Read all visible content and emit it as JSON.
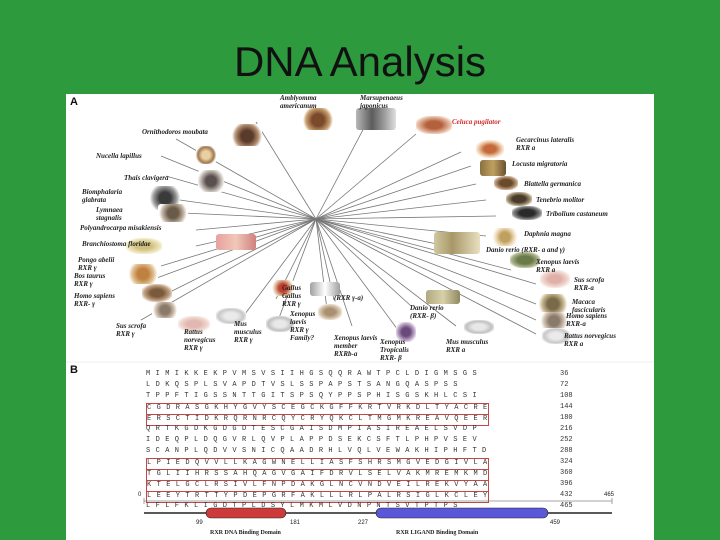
{
  "slide": {
    "title": "DNA Analysis"
  },
  "panel_a": {
    "letter": "A",
    "species": [
      {
        "id": "amblyomma",
        "label": "Amblyomma\namericanum",
        "color": "#222"
      },
      {
        "id": "marsupenaeus",
        "label": "Marsupenaeus\njaponicus",
        "color": "#222"
      },
      {
        "id": "celuca",
        "label": "Celuca pugilator",
        "color": "#d22a2a"
      },
      {
        "id": "ornithodoros",
        "label": "Ornithodoros moubata",
        "color": "#222"
      },
      {
        "id": "gecarcinus",
        "label": "Gecarcinus lateralis\nRXR a",
        "color": "#222"
      },
      {
        "id": "locusta",
        "label": "Locusta migratoria",
        "color": "#222"
      },
      {
        "id": "nucella",
        "label": "Nucella lapillus",
        "color": "#222"
      },
      {
        "id": "blattella",
        "label": "Blattella germanica",
        "color": "#222"
      },
      {
        "id": "thais",
        "label": "Thais clavigera",
        "color": "#222"
      },
      {
        "id": "tenebrio",
        "label": "Tenebrio molitor",
        "color": "#222"
      },
      {
        "id": "biomphalaria",
        "label": "Biomphalaria\nglabrata",
        "color": "#222"
      },
      {
        "id": "tribolium",
        "label": "Tribolium castaneum",
        "color": "#222"
      },
      {
        "id": "lymnaea",
        "label": "Lymnaea\nstagnalis",
        "color": "#222"
      },
      {
        "id": "polyandrocarpa",
        "label": "Polyandrocarpa misakiensis",
        "color": "#222"
      },
      {
        "id": "daphnia",
        "label": "Daphnia magna",
        "color": "#222"
      },
      {
        "id": "branchiostoma",
        "label": "Branchiostoma floridae",
        "color": "#222"
      },
      {
        "id": "danio_a",
        "label": "Danio rerio (RXR- a and γ)",
        "color": "#222"
      },
      {
        "id": "pongo",
        "label": "Pongo abelii\nRXR γ",
        "color": "#222"
      },
      {
        "id": "xenopus_a",
        "label": "Xenopus laevis\nRXR a",
        "color": "#222"
      },
      {
        "id": "bos",
        "label": "Bos taurus\nRXR γ",
        "color": "#222"
      },
      {
        "id": "sus_a",
        "label": "Sus scrofa\nRXR-a",
        "color": "#222"
      },
      {
        "id": "gallus",
        "label": "Gallus\nGallus\nRXR γ",
        "color": "#222"
      },
      {
        "id": "rxr_ga",
        "label": "(RXR γ-a)",
        "color": "#222"
      },
      {
        "id": "homo_g",
        "label": "Homo sapiens\nRXR- γ",
        "color": "#222"
      },
      {
        "id": "macaca",
        "label": "Macaca\nfascicularis",
        "color": "#222"
      },
      {
        "id": "danio_b",
        "label": "Danio rerio\n(RXR- β)",
        "color": "#222"
      },
      {
        "id": "homo_a",
        "label": "Homo sapiens\nRXR-a",
        "color": "#222"
      },
      {
        "id": "sus_g",
        "label": "Sus scrofa\nRXR γ",
        "color": "#222"
      },
      {
        "id": "rattus_g",
        "label": "Rattus\nnorvegicus\nRXR γ",
        "color": "#222"
      },
      {
        "id": "mus_g",
        "label": "Mus\nmusculus\nRXR γ",
        "color": "#222"
      },
      {
        "id": "xenopus_g",
        "label": "Xenopus\nlaevis\nRXR γ\nFamily?",
        "color": "#222"
      },
      {
        "id": "xenopus_b",
        "label": "Xenopus laevis\nmember\nRXRb-a",
        "color": "#222"
      },
      {
        "id": "xenopus_t",
        "label": "Xenopus\nTropicalis\nRXR- β",
        "color": "#222"
      },
      {
        "id": "mus_a",
        "label": "Mus musculus\nRXR a",
        "color": "#222"
      },
      {
        "id": "rattus_a",
        "label": "Rattus norvegicus\nRXR a",
        "color": "#222"
      }
    ]
  },
  "panel_b": {
    "letter": "B",
    "rows": [
      {
        "seq": "M I M I K K E K P V M S V S I I H G S Q Q R A W T P C L D I G M S G S",
        "num": "36"
      },
      {
        "seq": "L D K Q S P L S V A P D T V S L S S P A P S T S A N G Q A S P S S",
        "num": "72"
      },
      {
        "seq": "T P P F T I G S S N T T G I T S P S Q Y P P S P H I S G S K H L C S I",
        "num": "108"
      },
      {
        "seq": "C G D R A S G K H Y G V Y S C E G C K G F F K R T V R K D L T Y A C R E",
        "num": "144"
      },
      {
        "seq": "E R S C T I D K R Q R N R C Q Y C R Y Q K C L T M G M K R E A V Q E E R",
        "num": "180"
      },
      {
        "seq": "Q R T K G D K G D G D T E S C G A I S D M P I A S I R E A E L S V D P",
        "num": "216"
      },
      {
        "seq": "I D E Q P L D Q G V R L Q V P L A P P D S E K C S F T L P H P V S E V",
        "num": "252"
      },
      {
        "seq": "S C A N P L Q D V V S N I C Q A A D R H L V Q L V E W A K H I P H F T D",
        "num": "288"
      },
      {
        "seq": "L P I E D Q V V L L K A G W N E L L I A S F S H R S M G V E D G I V L A",
        "num": "324"
      },
      {
        "seq": "T G L I I H R S S A H Q A G V G A I F D R V L S E L V A K M R E M K M D",
        "num": "360"
      },
      {
        "seq": "K T E L G C L R S I V L F N P D A K G L N C V N D V E I L R E K V Y A A",
        "num": "396"
      },
      {
        "seq": "L E E Y T R T T Y P D E P G R F A K L L L R L P A L R S I G L K C L E Y",
        "num": "432"
      },
      {
        "seq": "L F L F K L I G D T P L D S Y L M K M L V D N P N T S V T P T P S",
        "num": "465"
      }
    ],
    "boxed_rows": [
      3,
      4,
      8,
      9,
      10,
      11
    ],
    "domain_bar": {
      "start": "0",
      "end": "465",
      "dbd_start": "99",
      "dbd_end": "181",
      "lbd_start": "227",
      "lbd_end": "459",
      "dbd_label": "RXR DNA Binding Domain",
      "lbd_label": "RXR LIGAND Binding Domain",
      "dbd_color": "#cc3a3a",
      "lbd_color": "#5a58d8"
    }
  },
  "colors": {
    "background": "#2e9a3e",
    "tree_line": "#777777",
    "box_border": "#c64646"
  }
}
